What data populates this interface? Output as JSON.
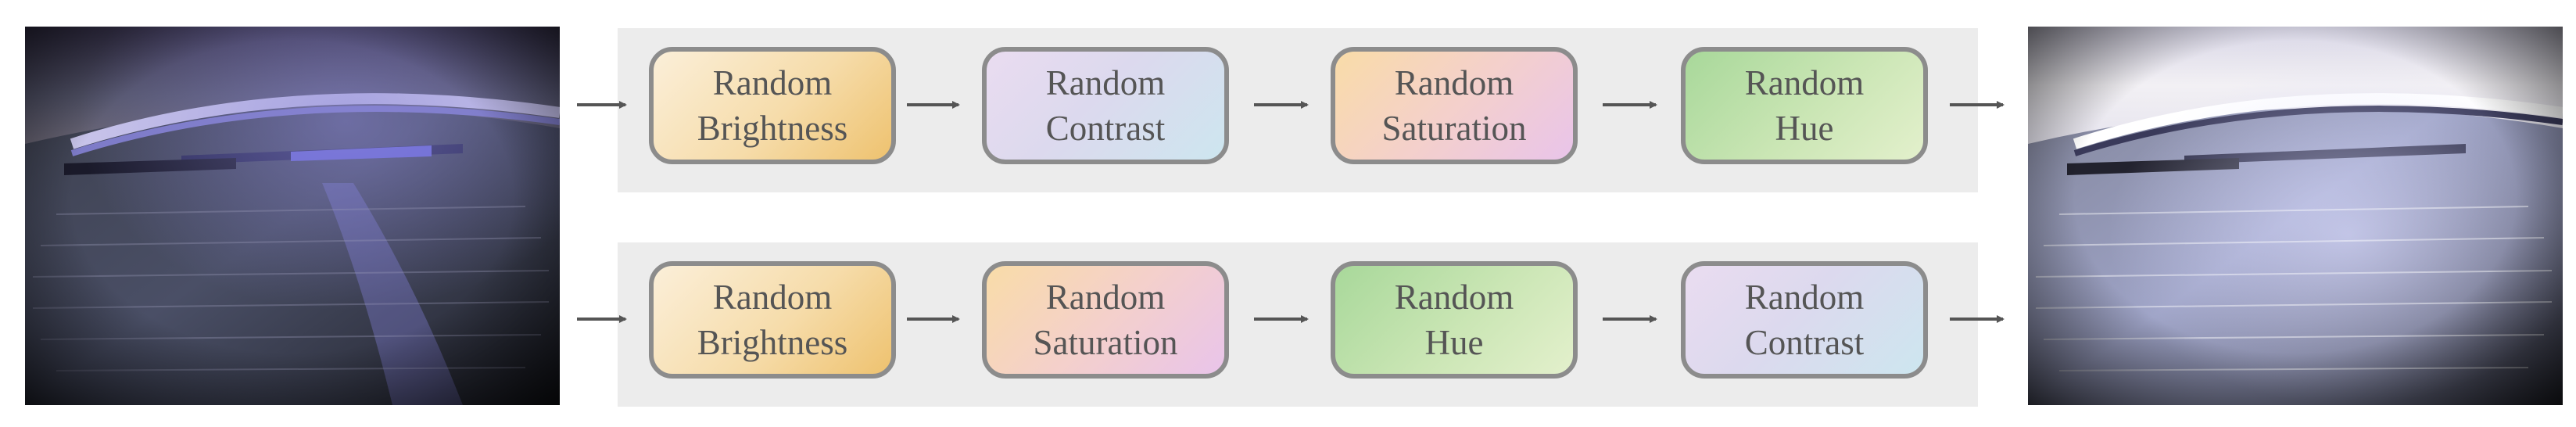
{
  "rows": [
    {
      "steps": [
        {
          "line1": "Random",
          "line2": "Brightness",
          "color": "orange"
        },
        {
          "line1": "Random",
          "line2": "Contrast",
          "color": "purple-blue"
        },
        {
          "line1": "Random",
          "line2": "Saturation",
          "color": "orange-pink"
        },
        {
          "line1": "Random",
          "line2": "Hue",
          "color": "green"
        }
      ]
    },
    {
      "steps": [
        {
          "line1": "Random",
          "line2": "Brightness",
          "color": "orange"
        },
        {
          "line1": "Random",
          "line2": "Saturation",
          "color": "orange-pink"
        },
        {
          "line1": "Random",
          "line2": "Hue",
          "color": "green"
        },
        {
          "line1": "Random",
          "line2": "Contrast",
          "color": "purple-blue"
        }
      ]
    }
  ],
  "colors": {
    "panel": "#ececec",
    "node_border": "#8c8c8c",
    "arrow": "#555555",
    "text": "#555555"
  }
}
